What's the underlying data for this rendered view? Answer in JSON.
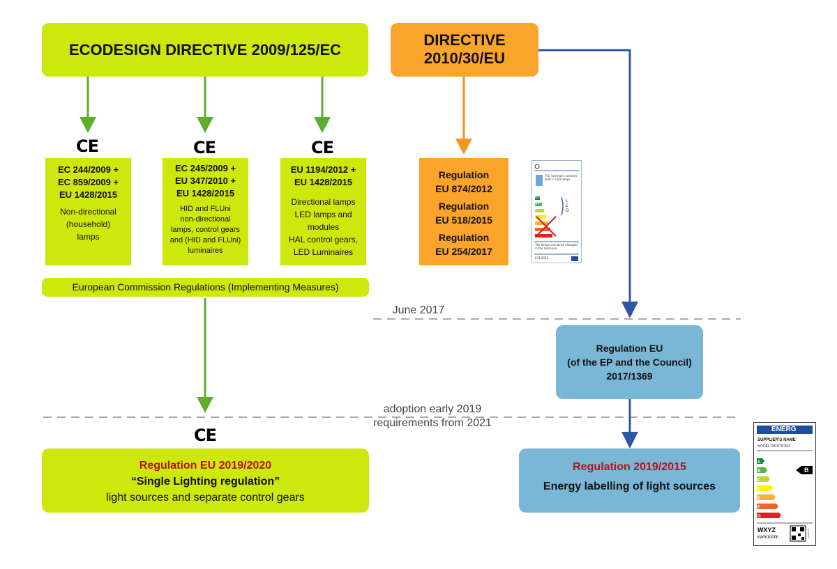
{
  "ecodesign": {
    "title": "ECODESIGN DIRECTIVE 2009/125/EC"
  },
  "directive": {
    "line1": "DIRECTIVE",
    "line2": "2010/30/EU"
  },
  "ce_mark": "CE",
  "reg_boxes": [
    {
      "codes": [
        "EC 244/2009 +",
        "EC 859/2009 +",
        "EU 1428/2015"
      ],
      "desc": [
        "Non-directional",
        "(household)",
        "lamps"
      ]
    },
    {
      "codes": [
        "EC 245/2009 +",
        "EU 347/2010 +",
        "EU 1428/2015"
      ],
      "desc": [
        "HID and FLUni",
        "non-directional",
        "lamps, control gears",
        "and (HID and FLUni)",
        "luminaires"
      ]
    },
    {
      "codes": [
        "EU 1194/2012 +",
        "EU 1428/2015"
      ],
      "desc": [
        "Directional lamps",
        "LED lamps and",
        "modules",
        "HAL control gears,",
        "LED Luminaires"
      ]
    }
  ],
  "orange_regs": [
    {
      "line1": "Regulation",
      "line2": "EU 874/2012"
    },
    {
      "line1": "Regulation",
      "line2": "EU 518/2015"
    },
    {
      "line1": "Regulation",
      "line2": "EU 254/2017"
    }
  ],
  "commission_label": "European Commission Regulations (Implementing Measures)",
  "june_label": "June 2017",
  "regulation_eu_box": {
    "line1": "Regulation EU",
    "line2": "(of the EP and the Council)",
    "line3": "2017/1369"
  },
  "adoption_label": {
    "line1": "adoption early 2019",
    "line2": "requirements from 2021"
  },
  "single_lighting": {
    "title": "Regulation EU 2019/2020",
    "subtitle": "“Single Lighting regulation”",
    "desc": "light sources and separate control gears"
  },
  "energy_labelling": {
    "title": "Regulation 2019/2015",
    "desc": "Energy labelling of light sources"
  },
  "old_label": {
    "text1": "This luminaire contains built-in LED lamps.",
    "classes": [
      "A++",
      "A+",
      "A"
    ],
    "led_text": "LED",
    "footer_text": "The lamps cannot be changed in the luminaire.",
    "code": "874/2012"
  },
  "new_label": {
    "brand": "ENERG",
    "supplier": "SUPPLIER'S NAME",
    "model": "MODEL IDENTIFIER",
    "classes": [
      "A",
      "B",
      "C",
      "D",
      "E",
      "F",
      "G"
    ],
    "selected_class": "B",
    "consumption": "WXYZ",
    "unit": "kWh/1000h",
    "side_code": "2019/2015"
  },
  "colors": {
    "lime": "#cde80c",
    "orange": "#fba42a",
    "blue": "#7ab6d6",
    "green_arrow": "#5cae2d",
    "orange_arrow": "#f7931e",
    "blue_arrow": "#2e55a6",
    "dashed": "#aaaaaa",
    "red_text": "#b5121b"
  }
}
